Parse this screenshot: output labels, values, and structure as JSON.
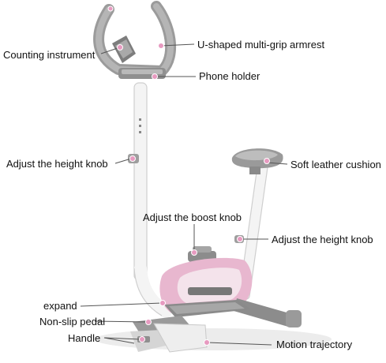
{
  "labels": {
    "armrest": "U-shaped multi-grip armrest",
    "counting": "Counting instrument",
    "phone_holder": "Phone holder",
    "height_knob_left": "Adjust the height knob",
    "cushion": "Soft leather cushion",
    "boost_knob": "Adjust the boost knob",
    "height_knob_right": "Adjust the height knob",
    "expand": "expand",
    "pedal": "Non-slip pedal",
    "handle": "Handle",
    "trajectory": "Motion trajectory"
  },
  "colors": {
    "frame_white": "#f4f4f4",
    "frame_gray": "#9b9b9b",
    "accent_pink": "#e8b7cf",
    "marker_pink": "#e79ac0",
    "leader_line": "#555555"
  }
}
